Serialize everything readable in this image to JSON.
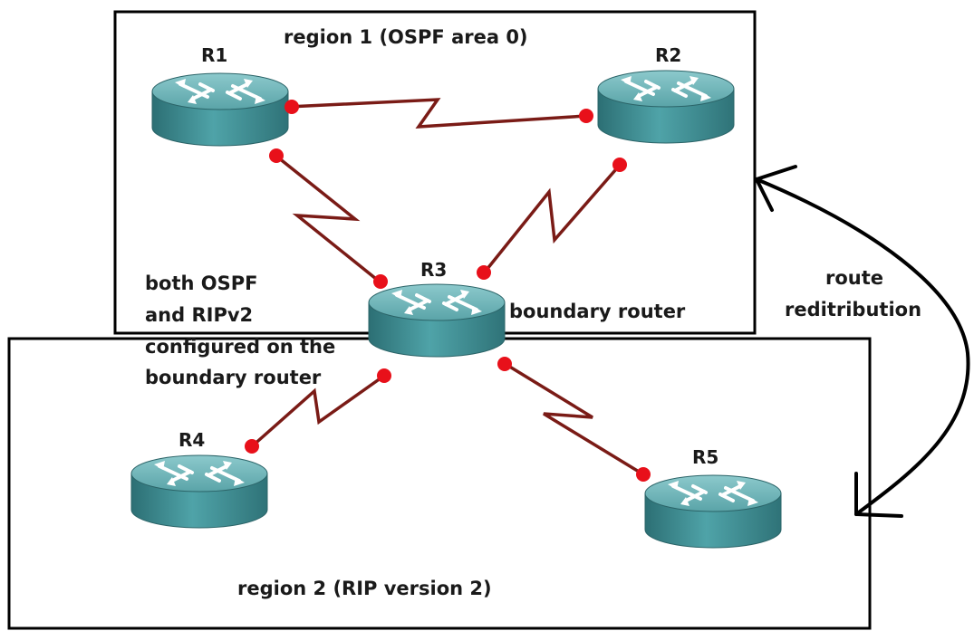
{
  "regions": {
    "region1": "region 1 (OSPF area 0)",
    "region2": "region 2 (RIP version 2)"
  },
  "routers": {
    "r1": "R1",
    "r2": "R2",
    "r3": "R3",
    "r4": "R4",
    "r5": "R5"
  },
  "notes": {
    "both_line1": "both OSPF",
    "both_line2": "and RIPv2",
    "both_line3": "configured on the",
    "both_line4": "boundary router",
    "boundary": "boundary router",
    "route_line1": "route",
    "route_line2": "reditribution"
  },
  "colors": {
    "router_body": "#3f8e93",
    "router_top": "#6fb4b8",
    "link": "#7a1b16",
    "link_endpoint": "#e8101a"
  },
  "icons": {
    "router": "router-icon",
    "redistribution_arrow": "double-headed-curved-arrow-icon"
  }
}
